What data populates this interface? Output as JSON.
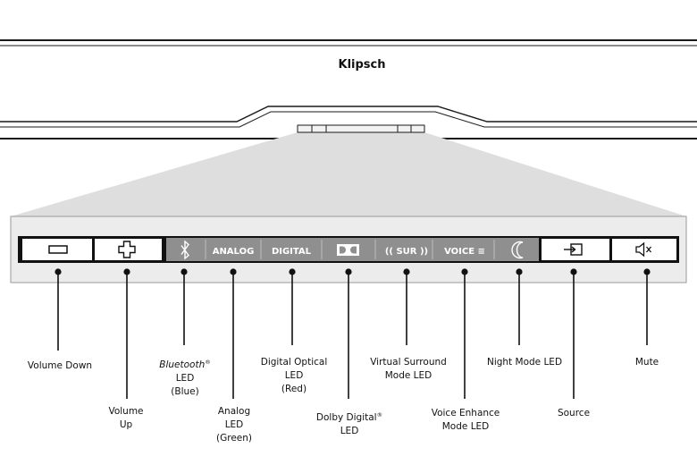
{
  "brand": "Klipsch",
  "buttons": [
    {
      "id": "volume-down",
      "icon": "minus-icon"
    },
    {
      "id": "volume-up",
      "icon": "plus-icon"
    },
    {
      "id": "bluetooth-led",
      "icon": "bluetooth-icon"
    },
    {
      "id": "analog-led",
      "text": "ANALOG"
    },
    {
      "id": "digital-led",
      "text": "DIGITAL"
    },
    {
      "id": "dolby-led",
      "icon": "dolby-icon"
    },
    {
      "id": "surround-led",
      "text": "(( SUR ))"
    },
    {
      "id": "voice-led",
      "text": "VOICE ≡"
    },
    {
      "id": "night-led",
      "icon": "moon-icon"
    },
    {
      "id": "source",
      "icon": "source-input-icon"
    },
    {
      "id": "mute",
      "icon": "speaker-mute-icon"
    }
  ],
  "labels": {
    "volume_down": {
      "line1": "Volume Down"
    },
    "volume_up": {
      "line1": "Volume",
      "line2": "Up"
    },
    "bluetooth": {
      "line1": "Bluetooth",
      "reg": "®",
      "line2": "LED",
      "line3": "(Blue)"
    },
    "analog": {
      "line1": "Analog",
      "line2": "LED",
      "line3": "(Green)"
    },
    "digital_optical": {
      "line1": "Digital Optical",
      "line2": "LED",
      "line3": "(Red)"
    },
    "dolby": {
      "line1": "Dolby Digital",
      "reg": "®",
      "line2": "LED"
    },
    "virtual_surround": {
      "line1": "Virtual Surround",
      "line2": "Mode LED"
    },
    "voice_enhance": {
      "line1": "Voice Enhance",
      "line2": "Mode LED"
    },
    "night_mode": {
      "line1": "Night Mode LED"
    },
    "source": {
      "line1": "Source"
    },
    "mute": {
      "line1": "Mute"
    }
  },
  "colors": {
    "line": "#1a1a1a",
    "led_strip": "#8f8f8f",
    "zoom": "#dedede",
    "zoom_edge": "#9a9a9a"
  }
}
